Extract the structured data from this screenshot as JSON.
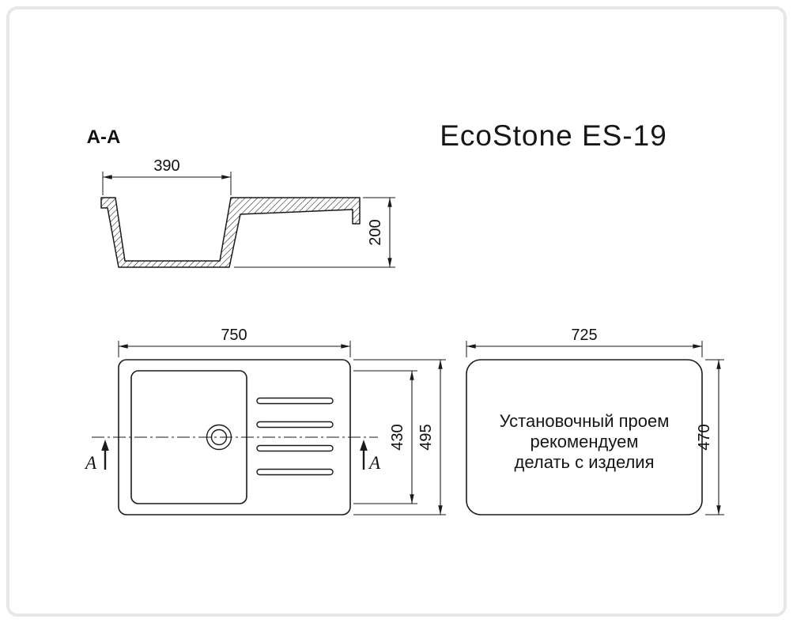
{
  "page": {
    "background": "#ffffff",
    "frame_color": "#e7e7e5",
    "ink_color": "#1a1a1a"
  },
  "header": {
    "section_view_label": "A-A",
    "product_title": "EcoStone ES-19"
  },
  "section_view": {
    "bowl_width_mm": "390",
    "depth_mm": "200"
  },
  "top_view": {
    "overall_width_mm": "750",
    "bowl_length_mm": "430",
    "overall_depth_mm": "495",
    "cut_marker": "A"
  },
  "cutout_view": {
    "width_mm": "725",
    "depth_mm": "470",
    "note_line1": "Установочный проем",
    "note_line2": "рекомендуем",
    "note_line3": "делать с изделия"
  }
}
